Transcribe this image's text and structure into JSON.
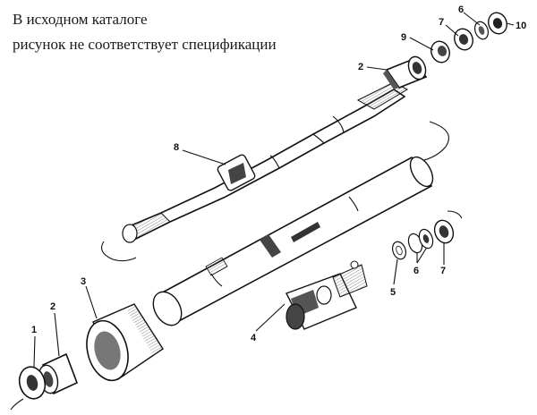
{
  "note": {
    "line1": "В исходном каталоге",
    "line2": "рисунок не соответствует спецификации"
  },
  "callouts": {
    "c1": "1",
    "c2_left": "2",
    "c3": "3",
    "c4": "4",
    "c5": "5",
    "c6_lower": "6",
    "c7_lower": "7",
    "c8": "8",
    "c2_upper": "2",
    "c9": "9",
    "c7_upper": "7",
    "c6_upper": "6",
    "c10": "10"
  }
}
